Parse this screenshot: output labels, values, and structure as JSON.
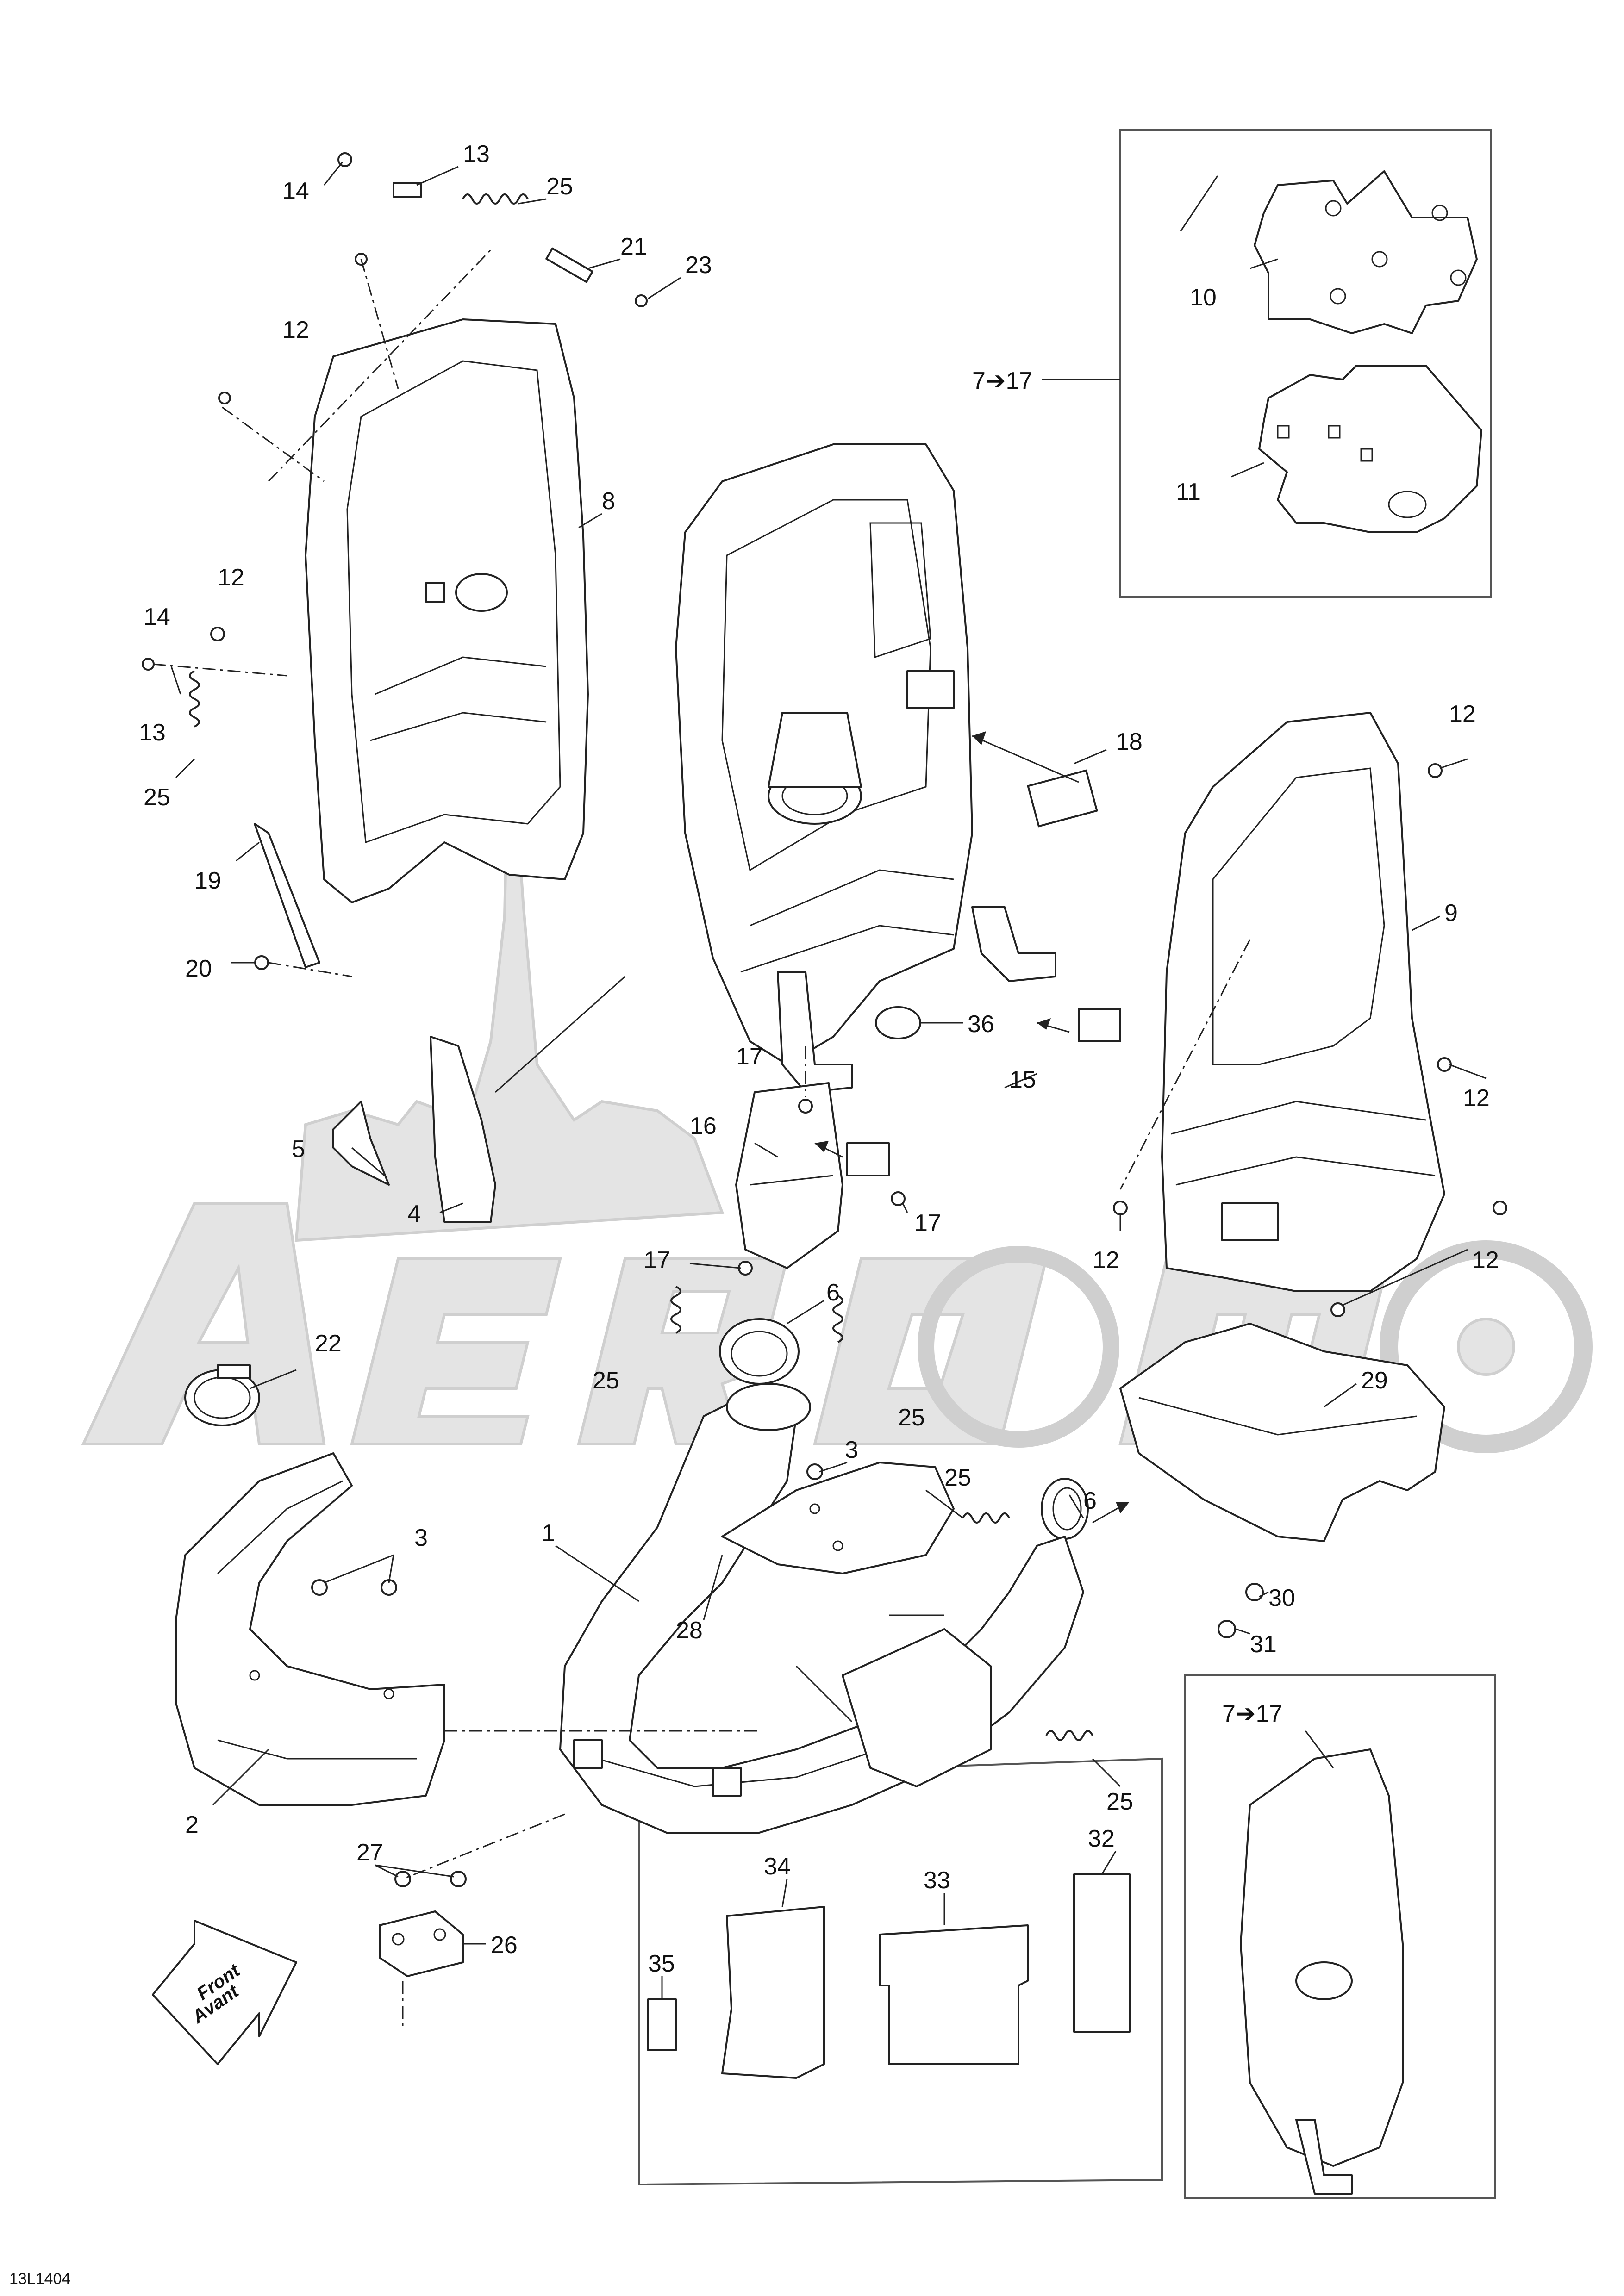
{
  "diagram_code": "13L1404",
  "watermark": {
    "text": "AeroMoto"
  },
  "front_badge": {
    "line1": "Front",
    "line2": "Avant"
  },
  "callouts": [
    {
      "id": "c1",
      "label": "1"
    },
    {
      "id": "c2",
      "label": "2"
    },
    {
      "id": "c3a",
      "label": "3"
    },
    {
      "id": "c3b",
      "label": "3"
    },
    {
      "id": "c4",
      "label": "4"
    },
    {
      "id": "c5",
      "label": "5"
    },
    {
      "id": "c6a",
      "label": "6"
    },
    {
      "id": "c6b",
      "label": "6"
    },
    {
      "id": "c7a",
      "label": "7➔17"
    },
    {
      "id": "c7b",
      "label": "7➔17"
    },
    {
      "id": "c8",
      "label": "8"
    },
    {
      "id": "c9",
      "label": "9"
    },
    {
      "id": "c10",
      "label": "10"
    },
    {
      "id": "c11",
      "label": "11"
    },
    {
      "id": "c12a",
      "label": "12"
    },
    {
      "id": "c12b",
      "label": "12"
    },
    {
      "id": "c12c",
      "label": "12"
    },
    {
      "id": "c12d",
      "label": "12"
    },
    {
      "id": "c12e",
      "label": "12"
    },
    {
      "id": "c12f",
      "label": "12"
    },
    {
      "id": "c13a",
      "label": "13"
    },
    {
      "id": "c13b",
      "label": "13"
    },
    {
      "id": "c14a",
      "label": "14"
    },
    {
      "id": "c14b",
      "label": "14"
    },
    {
      "id": "c15",
      "label": "15"
    },
    {
      "id": "c16",
      "label": "16"
    },
    {
      "id": "c17a",
      "label": "17"
    },
    {
      "id": "c17b",
      "label": "17"
    },
    {
      "id": "c17c",
      "label": "17"
    },
    {
      "id": "c18",
      "label": "18"
    },
    {
      "id": "c19",
      "label": "19"
    },
    {
      "id": "c20",
      "label": "20"
    },
    {
      "id": "c21",
      "label": "21"
    },
    {
      "id": "c22",
      "label": "22"
    },
    {
      "id": "c23",
      "label": "23"
    },
    {
      "id": "c25a",
      "label": "25"
    },
    {
      "id": "c25b",
      "label": "25"
    },
    {
      "id": "c25c",
      "label": "25"
    },
    {
      "id": "c25d",
      "label": "25"
    },
    {
      "id": "c25e",
      "label": "25"
    },
    {
      "id": "c25f",
      "label": "25"
    },
    {
      "id": "c26",
      "label": "26"
    },
    {
      "id": "c27",
      "label": "27"
    },
    {
      "id": "c28",
      "label": "28"
    },
    {
      "id": "c29",
      "label": "29"
    },
    {
      "id": "c30",
      "label": "30"
    },
    {
      "id": "c31",
      "label": "31"
    },
    {
      "id": "c32",
      "label": "32"
    },
    {
      "id": "c33",
      "label": "33"
    },
    {
      "id": "c34",
      "label": "34"
    },
    {
      "id": "c35",
      "label": "35"
    },
    {
      "id": "c36",
      "label": "36"
    }
  ]
}
